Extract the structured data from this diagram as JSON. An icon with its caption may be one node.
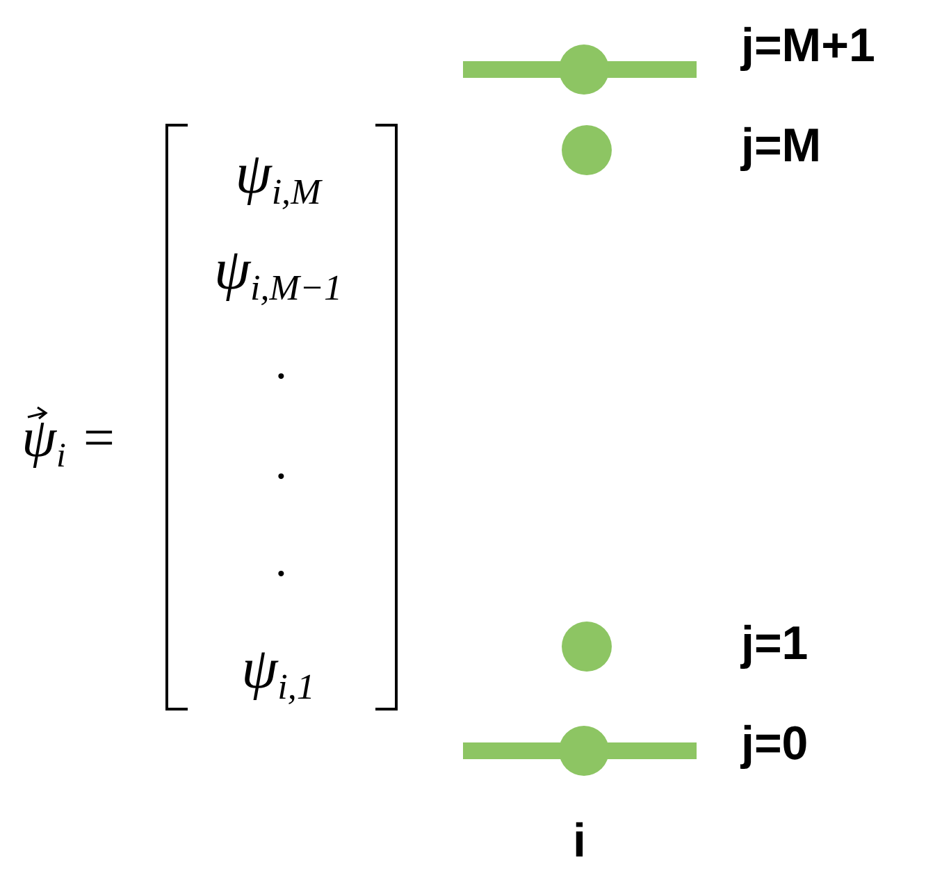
{
  "diagram": {
    "labels": [
      "ψ$_{i}$ =",
      "ψ$_{i,M}$",
      "ψ$_{i,M−1}$",
      ".",
      ".",
      ".",
      "ψ$_{i,1}$",
      "j=M+1",
      "j=M",
      "j=1",
      "j=0",
      "i"
    ]
  }
}
